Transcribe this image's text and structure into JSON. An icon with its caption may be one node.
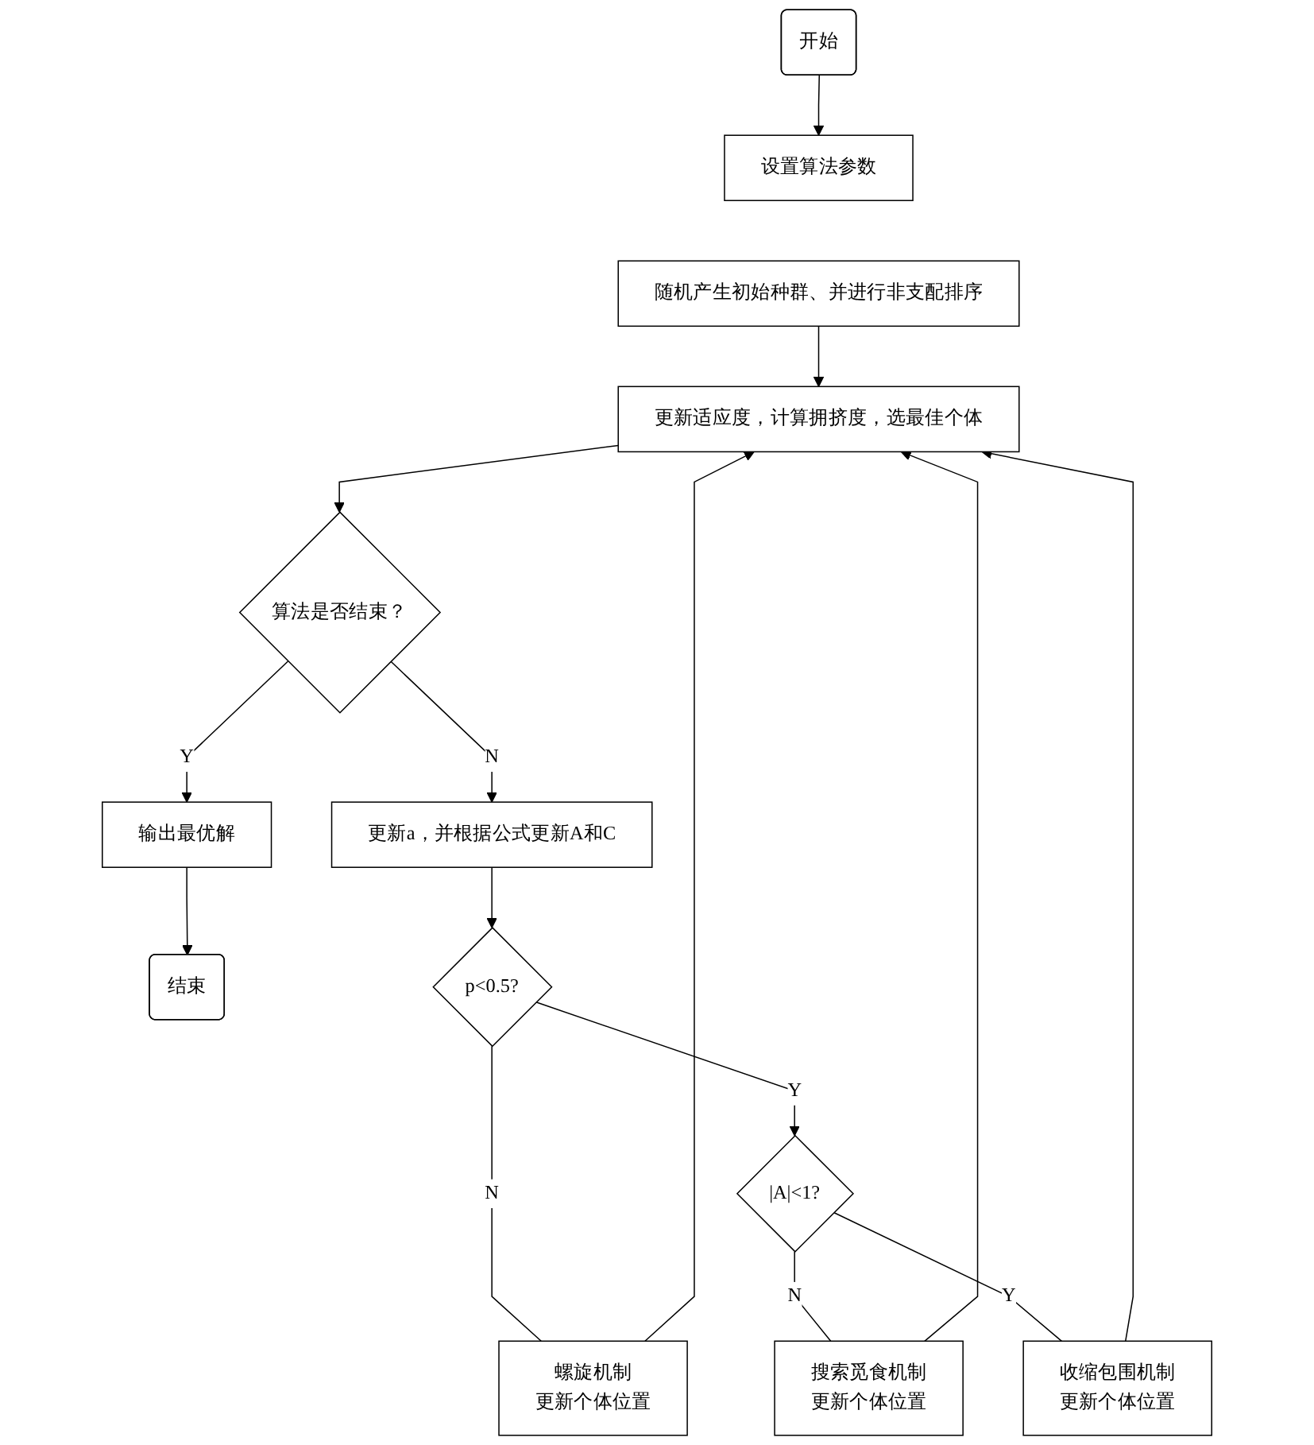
{
  "diagram": {
    "nodes": [
      {
        "text": [
          "开始"
        ]
      },
      {
        "text": [
          "设置算法参数"
        ]
      },
      {
        "text": [
          "随机产生初始种群、并进行非支配排序"
        ]
      },
      {
        "text": [
          "更新适应度，计算拥挤度，选最佳个体"
        ]
      },
      {
        "text": [
          "算法是否结束？"
        ]
      },
      {
        "text": [
          "输出最优解"
        ]
      },
      {
        "text": [
          "结束"
        ]
      },
      {
        "text": [
          "更新a，并根据公式更新A和C"
        ]
      },
      {
        "text": [
          "p<0.5?"
        ]
      },
      {
        "text": [
          "|A|<1?"
        ]
      },
      {
        "text": [
          "螺旋机制",
          "更新个体位置"
        ]
      },
      {
        "text": [
          "搜索觅食机制",
          "更新个体位置"
        ]
      },
      {
        "text": [
          "收缩包围机制",
          "更新个体位置"
        ]
      }
    ],
    "edges": [
      {
        "from": 0,
        "to": 1,
        "arrow": "to"
      },
      {
        "from": 2,
        "to": 3,
        "arrow": "to"
      },
      {
        "from": 3,
        "to": 4,
        "arrow": "to"
      },
      {
        "from": 4,
        "to": 5,
        "arrow": "to",
        "label": "Y"
      },
      {
        "from": 4,
        "to": 7,
        "arrow": "to",
        "label": "N"
      },
      {
        "from": 5,
        "to": 6,
        "arrow": "to"
      },
      {
        "from": 7,
        "to": 8,
        "arrow": "to"
      },
      {
        "from": 8,
        "to": 10,
        "arrow": "none",
        "label": "N"
      },
      {
        "from": 8,
        "to": 9,
        "arrow": "to",
        "label": "Y"
      },
      {
        "from": 9,
        "to": 11,
        "arrow": "none",
        "label": "N"
      },
      {
        "from": 9,
        "to": 12,
        "arrow": "none",
        "label": "Y"
      },
      {
        "from": 10,
        "to": 3,
        "arrow": "to"
      },
      {
        "from": 11,
        "to": 3,
        "arrow": "to"
      },
      {
        "from": 12,
        "to": 3,
        "arrow": "to"
      }
    ]
  }
}
